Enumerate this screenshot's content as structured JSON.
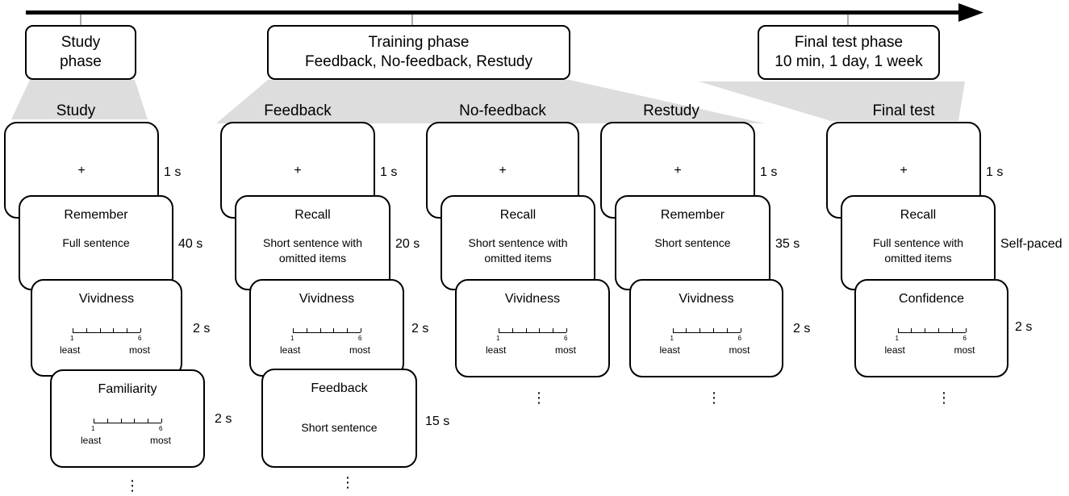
{
  "phases": {
    "study": [
      "Study",
      "phase"
    ],
    "training": [
      "Training phase",
      "Feedback, No-feedback, Restudy"
    ],
    "final": [
      "Final test phase",
      "10 min, 1 day, 1 week"
    ]
  },
  "columns": [
    {
      "heading": "Study",
      "cards": [
        {
          "title": "",
          "fixation": "+",
          "duration": "1 s"
        },
        {
          "title": "Remember",
          "body": "Full sentence",
          "duration": "40 s"
        },
        {
          "title": "Vividness",
          "scale": {
            "min": "1",
            "max": "6",
            "low": "least",
            "high": "most"
          },
          "duration": "2 s"
        },
        {
          "title": "Familiarity",
          "scale": {
            "min": "1",
            "max": "6",
            "low": "least",
            "high": "most"
          },
          "duration": "2 s"
        }
      ],
      "continuation": "⋮"
    },
    {
      "heading": "Feedback",
      "cards": [
        {
          "title": "",
          "fixation": "+",
          "duration": "1 s"
        },
        {
          "title": "Recall",
          "body": "Short sentence with\nomitted items",
          "duration": "20 s"
        },
        {
          "title": "Vividness",
          "scale": {
            "min": "1",
            "max": "6",
            "low": "least",
            "high": "most"
          },
          "duration": "2 s"
        },
        {
          "title": "Feedback",
          "body": "Short sentence",
          "duration": "15 s"
        }
      ],
      "continuation": "⋮"
    },
    {
      "heading": "No-feedback",
      "cards": [
        {
          "title": "",
          "fixation": "+",
          "duration": ""
        },
        {
          "title": "Recall",
          "body": "Short sentence with\nomitted items",
          "duration": ""
        },
        {
          "title": "Vividness",
          "scale": {
            "min": "1",
            "max": "6",
            "low": "least",
            "high": "most"
          },
          "duration": ""
        }
      ],
      "continuation": "⋮"
    },
    {
      "heading": "Restudy",
      "cards": [
        {
          "title": "",
          "fixation": "+",
          "duration": "1 s"
        },
        {
          "title": "Remember",
          "body": "Short sentence",
          "duration": "35 s"
        },
        {
          "title": "Vividness",
          "scale": {
            "min": "1",
            "max": "6",
            "low": "least",
            "high": "most"
          },
          "duration": "2 s"
        }
      ],
      "continuation": "⋮"
    },
    {
      "heading": "Final test",
      "cards": [
        {
          "title": "",
          "fixation": "+",
          "duration": "1 s"
        },
        {
          "title": "Recall",
          "body": "Full sentence with\nomitted items",
          "duration": "Self-paced"
        },
        {
          "title": "Confidence",
          "scale": {
            "min": "1",
            "max": "6",
            "low": "least",
            "high": "most"
          },
          "duration": "2 s"
        }
      ],
      "continuation": "⋮"
    }
  ],
  "colors": {
    "line": "#000000",
    "projection": "#dddddd",
    "background": "#ffffff"
  }
}
